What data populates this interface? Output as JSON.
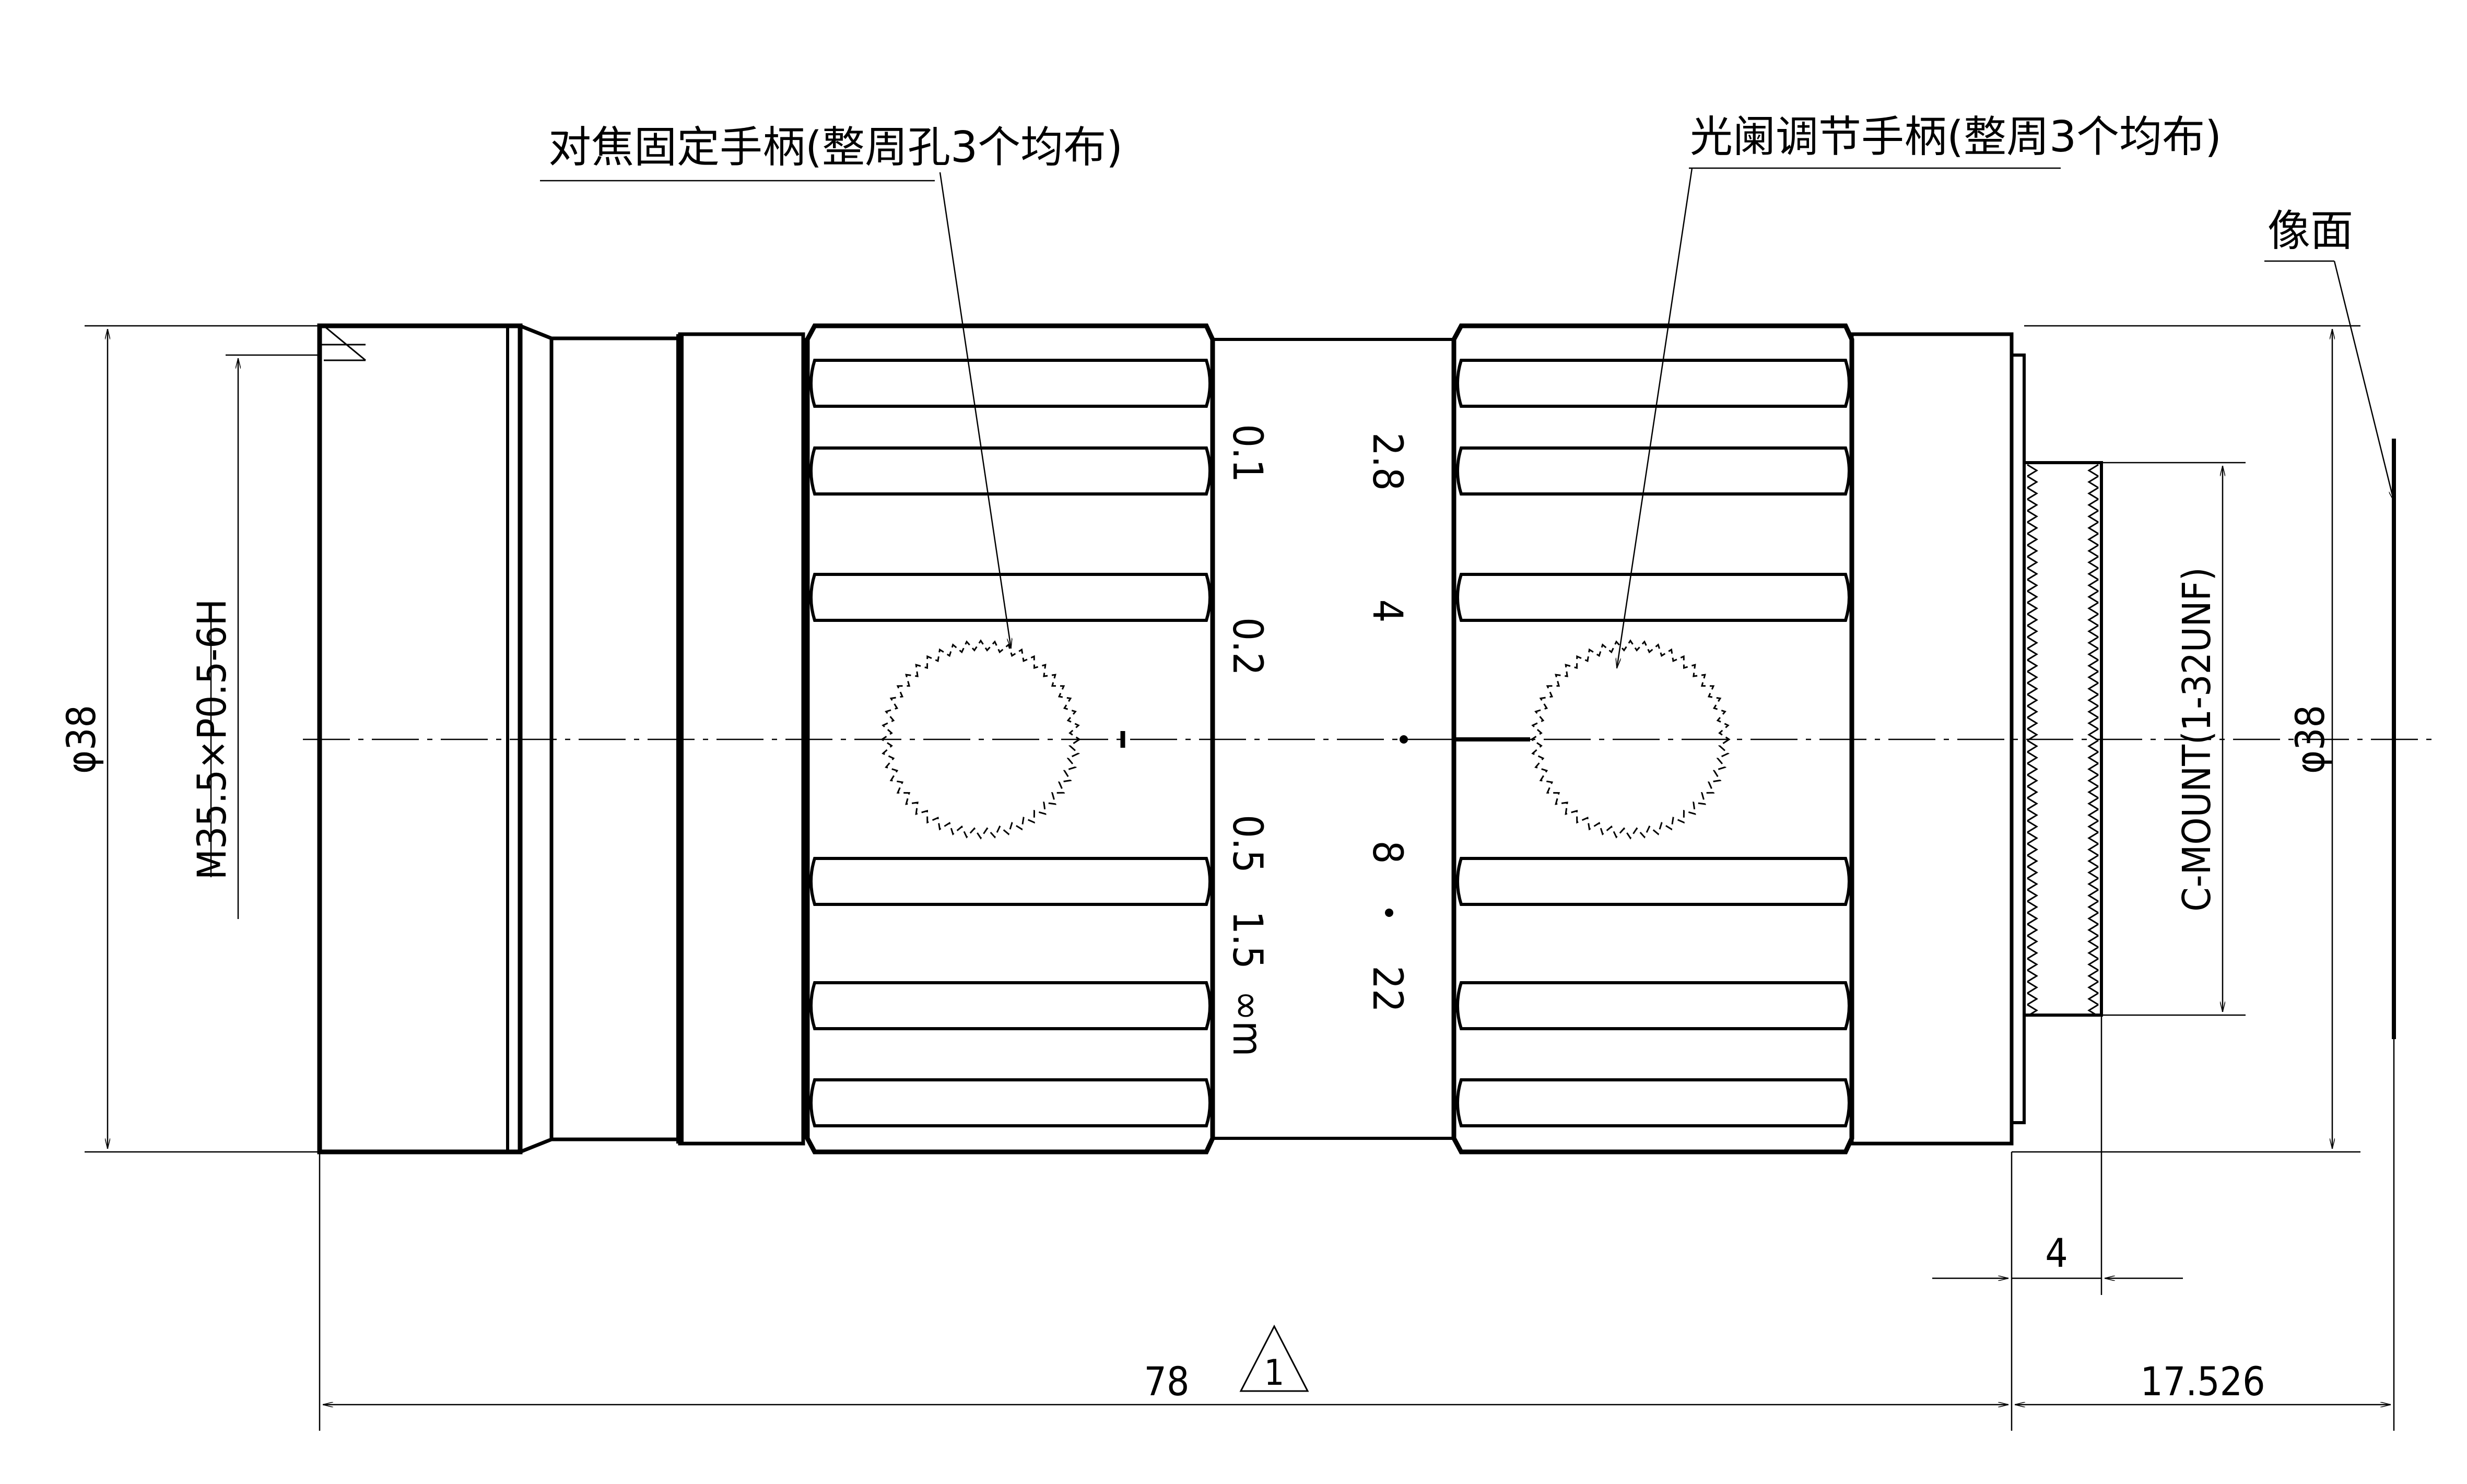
{
  "labels": {
    "focus_handle": "对焦固定手柄(整周孔3个均布)",
    "iris_handle": "光阑调节手柄(整周3个均布)",
    "image_plane": "像面"
  },
  "dimensions": {
    "left_diameter": "φ38",
    "thread_spec": "M35.5×P0.5-6H",
    "right_diameter": "φ38",
    "c_mount": "C-MOUNT(1-32UNF)",
    "mount_length": "4",
    "overall_length": "78",
    "flange_distance": "17.526",
    "revision_mark": "1"
  },
  "focus_scale": [
    "0.1",
    "0.2",
    "0.5",
    "1.5",
    "∞m"
  ],
  "iris_scale": [
    "2.8",
    "4",
    "8",
    "22"
  ],
  "colors": {
    "line": "#000000",
    "background": "#ffffff"
  }
}
